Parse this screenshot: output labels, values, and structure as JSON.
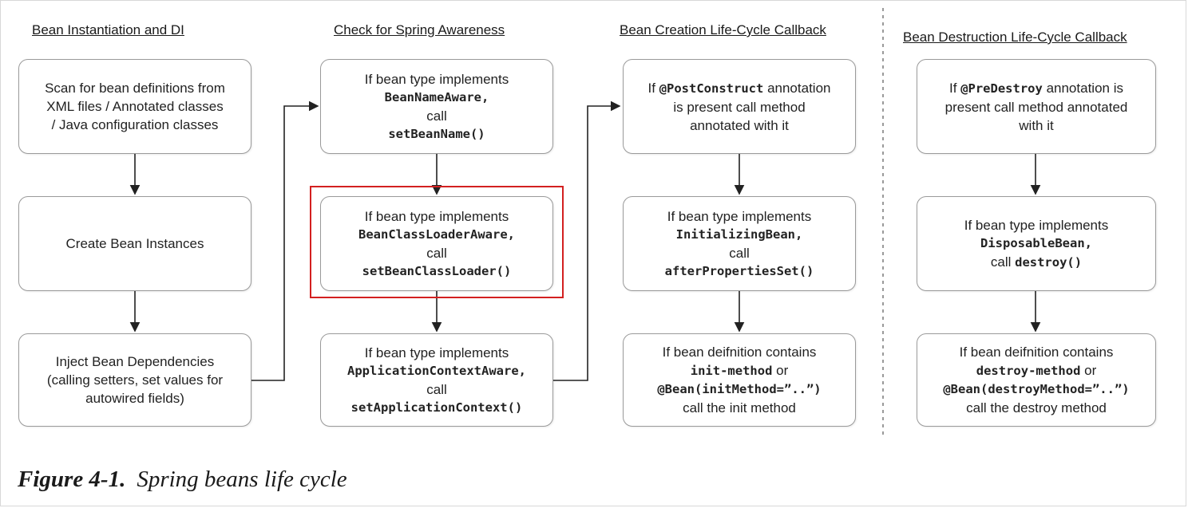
{
  "columns": {
    "c1": "Bean Instantiation and DI",
    "c2": "Check for Spring Awareness",
    "c3": "Bean Creation Life-Cycle Callback",
    "c4": "Bean Destruction Life-Cycle Callback"
  },
  "boxes": {
    "scan": [
      "Scan for bean definitions from",
      "XML files / Annotated classes",
      "/ Java configuration classes"
    ],
    "create": "Create Bean Instances",
    "inject": [
      "Inject Bean Dependencies",
      "(calling setters, set values for",
      "autowired fields)"
    ],
    "bean_name_aware": {
      "l1": "If bean type implements",
      "l2": "BeanNameAware,",
      "l3": "call",
      "l4": "setBeanName()"
    },
    "class_loader_aware": {
      "l1": "If bean type implements",
      "l2": "BeanClassLoaderAware,",
      "l3": "call",
      "l4": "setBeanClassLoader()"
    },
    "app_context_aware": {
      "l1": "If bean type implements",
      "l2": "ApplicationContextAware,",
      "l3": "call",
      "l4": "setApplicationContext()"
    },
    "post_construct": {
      "pre": "If ",
      "code": "@PostConstruct",
      "post": " annotation",
      "l2": "is present call method",
      "l3": "annotated with it"
    },
    "initializing_bean": {
      "l1": "If bean type implements",
      "l2": "InitializingBean,",
      "l3": "call",
      "l4": "afterPropertiesSet()"
    },
    "init_method": {
      "l1": "If bean deifnition contains",
      "code": "init-method",
      "or": " or",
      "l3": "@Bean(initMethod=”..”)",
      "l4": "call the init method"
    },
    "pre_destroy": {
      "pre": "If ",
      "code": "@PreDestroy",
      "post": " annotation is",
      "l2": "present call method annotated",
      "l3": "with it"
    },
    "disposable_bean": {
      "l1": "If bean type implements",
      "l2": "DisposableBean,",
      "pre": "call ",
      "code": "destroy()"
    },
    "destroy_method": {
      "l1": "If bean deifnition contains",
      "code": "destroy-method",
      "or": " or",
      "l3": "@Bean(destroyMethod=”..”)",
      "l4": "call the destroy method"
    }
  },
  "caption": {
    "number": "Figure 4-1.",
    "text": "Spring beans life cycle"
  },
  "colors": {
    "highlight": "#d32020",
    "line": "#222222",
    "box_border": "#9a9a9a"
  }
}
